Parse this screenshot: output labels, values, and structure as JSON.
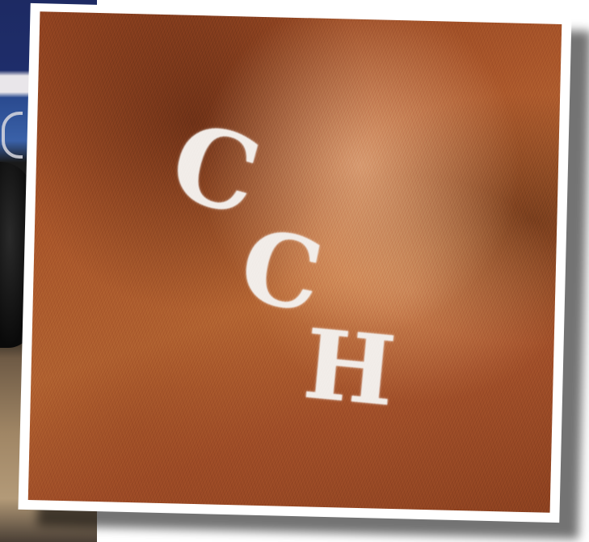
{
  "brand_mark": {
    "letters": [
      "C",
      "C",
      "H"
    ],
    "color": "#f2ede9"
  },
  "hide_color": "#a8552a"
}
